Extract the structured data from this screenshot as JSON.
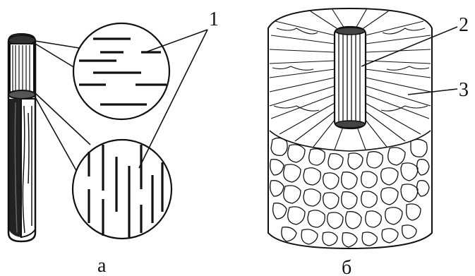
{
  "labels": {
    "callout_1": "1",
    "callout_2": "2",
    "callout_3": "3",
    "panel_a": "а",
    "panel_b": "б"
  },
  "colors": {
    "ink": "#111111",
    "paper": "#ffffff"
  }
}
